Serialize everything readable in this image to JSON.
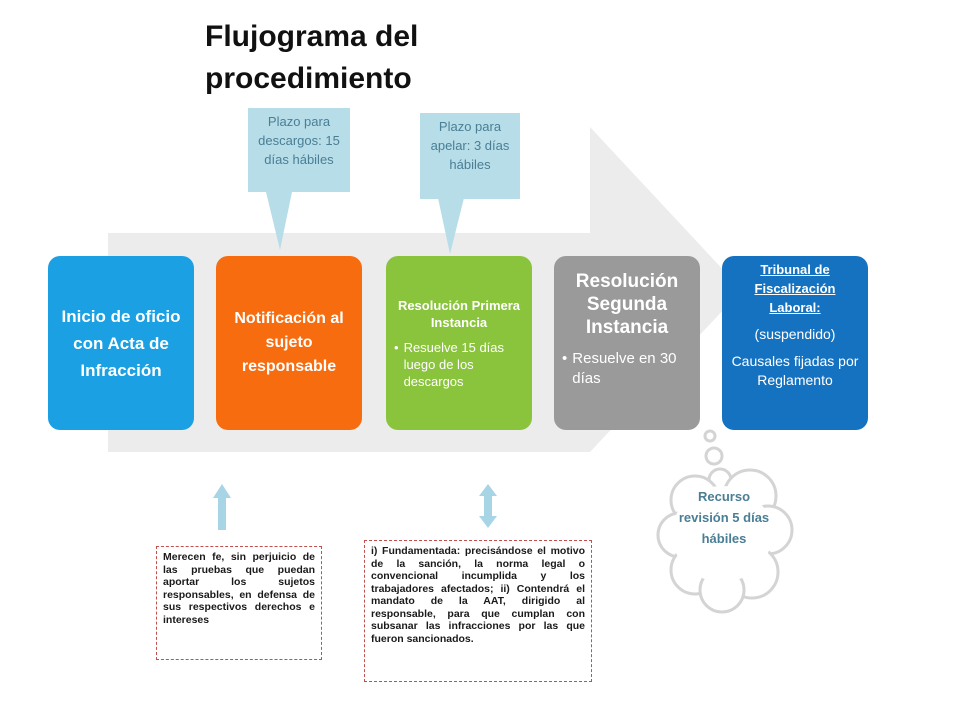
{
  "title": "Flujograma del procedimiento",
  "callouts": {
    "descargos": "Plazo para descargos: 15 días hábiles",
    "apelar": "Plazo para apelar: 3 días hábiles"
  },
  "steps": {
    "inicio": "Inicio de oficio con Acta de Infracción",
    "notificacion": "Notificación al sujeto responsable",
    "primera": {
      "title": "Resolución Primera Instancia",
      "bullet": "Resuelve 15 días luego de los descargos"
    },
    "segunda": {
      "title": "Resolución Segunda Instancia",
      "bullet": "Resuelve en 30 días"
    },
    "tribunal": {
      "title": "Tribunal de Fiscalización Laboral:",
      "line1": "(suspendido)",
      "line2": "Causales fijadas por Reglamento"
    }
  },
  "cloud": "Recurso revisión 5 días hábiles",
  "notes": {
    "left": "Merecen fe, sin perjuicio de las pruebas que puedan aportar los sujetos responsables, en defensa de sus respectivos derechos e intereses",
    "right": "i) Fundamentada: precisándose el motivo de la sanción, la norma legal o convencional incumplida y los trabajadores afectados; ii) Contendrá el mandato de la AAT, dirigido al responsable, para que cumplan con subsanar las infracciones por las que fueron sancionados."
  },
  "colors": {
    "blue": "#1aa0e3",
    "orange": "#f86c10",
    "green": "#8ac33c",
    "gray": "#9a9a9a",
    "dark_blue": "#1572c0",
    "callout": "#b7dde8",
    "arrow_bg": "#ececec"
  }
}
